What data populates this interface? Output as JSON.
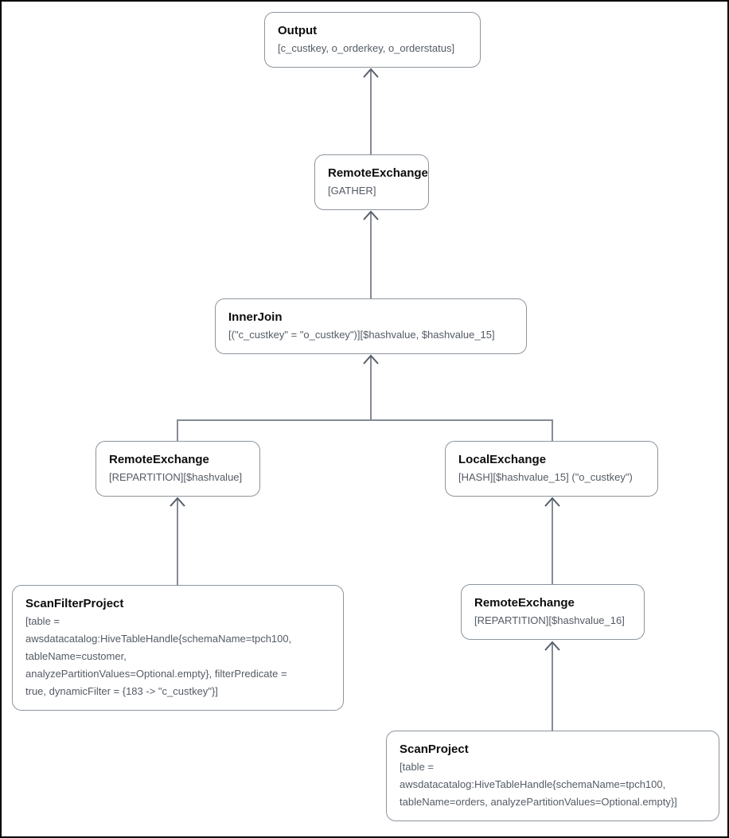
{
  "diagram": {
    "kind": "query-execution-plan-tree",
    "nodes": {
      "output": {
        "title": "Output",
        "detail": "[c_custkey, o_orderkey, o_orderstatus]"
      },
      "remote_exchange_gather": {
        "title": "RemoteExchange",
        "detail": "[GATHER]"
      },
      "inner_join": {
        "title": "InnerJoin",
        "detail": "[(\"c_custkey\" = \"o_custkey\")][$hashvalue, $hashvalue_15]"
      },
      "remote_exchange_repartition": {
        "title": "RemoteExchange",
        "detail": "[REPARTITION][$hashvalue]"
      },
      "local_exchange": {
        "title": "LocalExchange",
        "detail": "[HASH][$hashvalue_15] (\"o_custkey\")"
      },
      "scan_filter_project": {
        "title": "ScanFilterProject",
        "detail": "[table =\nawsdatacatalog:HiveTableHandle{schemaName=tpch100,\ntableName=customer,\nanalyzePartitionValues=Optional.empty}, filterPredicate =\ntrue, dynamicFilter = {183 -> \"c_custkey\"}]"
      },
      "remote_exchange_repartition_16": {
        "title": "RemoteExchange",
        "detail": "[REPARTITION][$hashvalue_16]"
      },
      "scan_project": {
        "title": "ScanProject",
        "detail": "[table =\nawsdatacatalog:HiveTableHandle{schemaName=tpch100,\ntableName=orders, analyzePartitionValues=Optional.empty}]"
      }
    },
    "colors": {
      "background": "#ffffff",
      "frame_border": "#000000",
      "node_border": "#8d959d",
      "connector_line": "#848b94",
      "arrowhead": "#565e69",
      "title_text": "#0d0d0d",
      "detail_text": "#545b64"
    }
  }
}
